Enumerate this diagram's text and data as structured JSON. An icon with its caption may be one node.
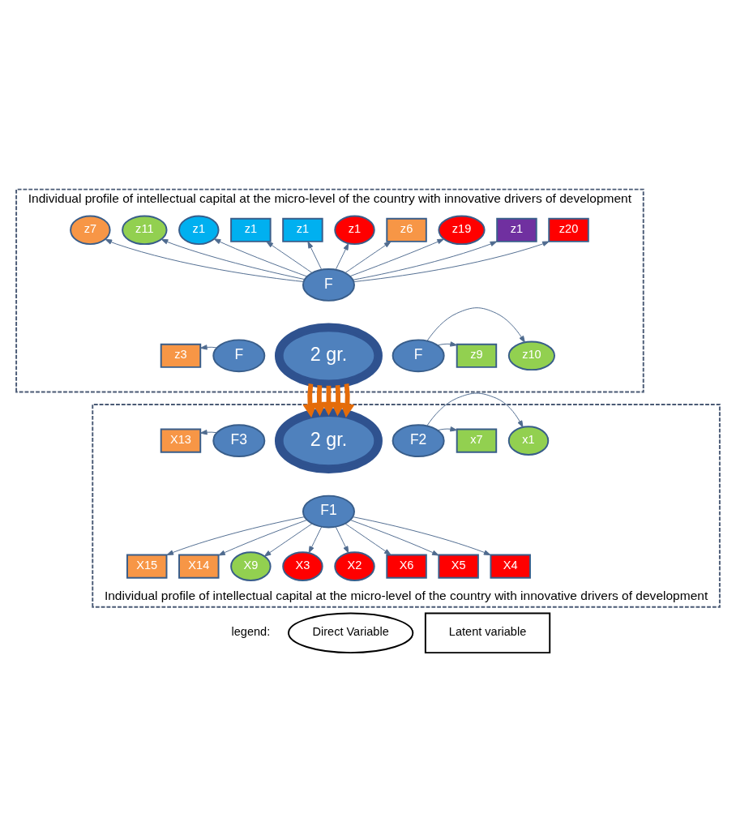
{
  "diagram": {
    "nodes": [
      {
        "text": [
          "Individual profile of intellectual capital at the micro-level of the country with innovative drivers of development"
        ]
      },
      {
        "text": [
          "2 gr."
        ],
        "in": 0
      },
      {
        "text": [
          "F"
        ],
        "in": 0
      },
      {
        "text": [
          "F"
        ],
        "in": 0
      },
      {
        "text": [
          "F"
        ],
        "in": 0
      },
      {
        "text": [
          "z7"
        ],
        "in": 0
      },
      {
        "text": [
          "z11"
        ],
        "in": 0
      },
      {
        "text": [
          "z1"
        ],
        "in": 0
      },
      {
        "text": [
          "z1"
        ],
        "in": 0
      },
      {
        "text": [
          "z1"
        ],
        "in": 0
      },
      {
        "text": [
          "z1"
        ],
        "in": 0
      },
      {
        "text": [
          "z6"
        ],
        "in": 0
      },
      {
        "text": [
          "z19"
        ],
        "in": 0
      },
      {
        "text": [
          "z1"
        ],
        "in": 0
      },
      {
        "text": [
          "z20"
        ],
        "in": 0
      },
      {
        "text": [
          "z9"
        ],
        "in": 0
      },
      {
        "text": [
          "z3"
        ],
        "in": 0
      },
      {
        "text": [
          "z10"
        ],
        "in": 0
      },
      {
        "text": [
          "Individual profile of intellectual capital at the micro-level of the country with innovative drivers of development"
        ]
      },
      {
        "text": [
          "2 gr."
        ],
        "in": 18
      },
      {
        "text": [
          "F3"
        ],
        "in": 18
      },
      {
        "text": [
          "F2"
        ],
        "in": 18
      },
      {
        "text": [
          "F1"
        ],
        "in": 18
      },
      {
        "text": [
          "X13"
        ],
        "in": 18
      },
      {
        "text": [
          "x7"
        ],
        "in": 18
      },
      {
        "text": [
          "x1"
        ],
        "in": 18
      },
      {
        "text": [
          "X4"
        ],
        "in": 18
      },
      {
        "text": [
          "X15"
        ],
        "in": 18
      },
      {
        "text": [
          "X5"
        ],
        "in": 18
      },
      {
        "text": [
          "X14"
        ],
        "in": 18
      },
      {
        "text": [
          "X6"
        ],
        "in": 18
      },
      {
        "text": [
          "X9"
        ],
        "in": 18
      },
      {
        "text": [
          "X3"
        ],
        "in": 18
      },
      {
        "text": [
          "X2"
        ],
        "in": 18
      }
    ],
    "edges": [
      {
        "from": 2,
        "to": 11,
        "arrow": "to"
      },
      {
        "from": 2,
        "to": 13,
        "arrow": "to"
      },
      {
        "from": 2,
        "to": 5,
        "arrow": "to"
      },
      {
        "from": 2,
        "to": 6,
        "arrow": "to"
      },
      {
        "from": 2,
        "to": 7,
        "arrow": "to"
      },
      {
        "from": 2,
        "to": 8,
        "arrow": "to"
      },
      {
        "from": 2,
        "to": 9,
        "arrow": "to"
      },
      {
        "from": 2,
        "to": 10,
        "arrow": "to"
      },
      {
        "from": 2,
        "to": 12,
        "arrow": "to"
      },
      {
        "from": 2,
        "to": 14,
        "arrow": "to"
      },
      {
        "from": 3,
        "to": 16,
        "arrow": "to"
      },
      {
        "from": 4,
        "to": 15,
        "arrow": "to"
      },
      {
        "from": 4,
        "to": 17,
        "arrow": "to"
      },
      {
        "from": 1,
        "to": 19,
        "arrow": "to",
        "style": "thick",
        "color": "#e46c0a"
      },
      {
        "from": 1,
        "to": 19,
        "arrow": "to",
        "style": "thick",
        "color": "#e46c0a"
      },
      {
        "from": 1,
        "to": 19,
        "arrow": "to",
        "style": "thick",
        "color": "#e46c0a"
      },
      {
        "from": 1,
        "to": 19,
        "arrow": "to",
        "style": "thick",
        "color": "#e46c0a"
      },
      {
        "from": 1,
        "to": 19,
        "arrow": "to",
        "style": "thick",
        "color": "#e46c0a"
      },
      {
        "from": 20,
        "to": 23,
        "arrow": "to"
      },
      {
        "from": 21,
        "to": 24,
        "arrow": "to"
      },
      {
        "from": 21,
        "to": 25,
        "arrow": "to"
      },
      {
        "from": 22,
        "to": 27,
        "arrow": "to"
      },
      {
        "from": 22,
        "to": 29,
        "arrow": "to"
      },
      {
        "from": 22,
        "to": 31,
        "arrow": "to"
      },
      {
        "from": 22,
        "to": 32,
        "arrow": "to"
      },
      {
        "from": 22,
        "to": 33,
        "arrow": "to"
      },
      {
        "from": 22,
        "to": 30,
        "arrow": "to"
      },
      {
        "from": 22,
        "to": 28,
        "arrow": "to"
      },
      {
        "from": 22,
        "to": 26,
        "arrow": "to"
      }
    ],
    "labels": [
      "legend:"
    ],
    "legend": [
      {
        "text": "Direct Variable"
      },
      {
        "text": "Latent variable"
      }
    ]
  }
}
